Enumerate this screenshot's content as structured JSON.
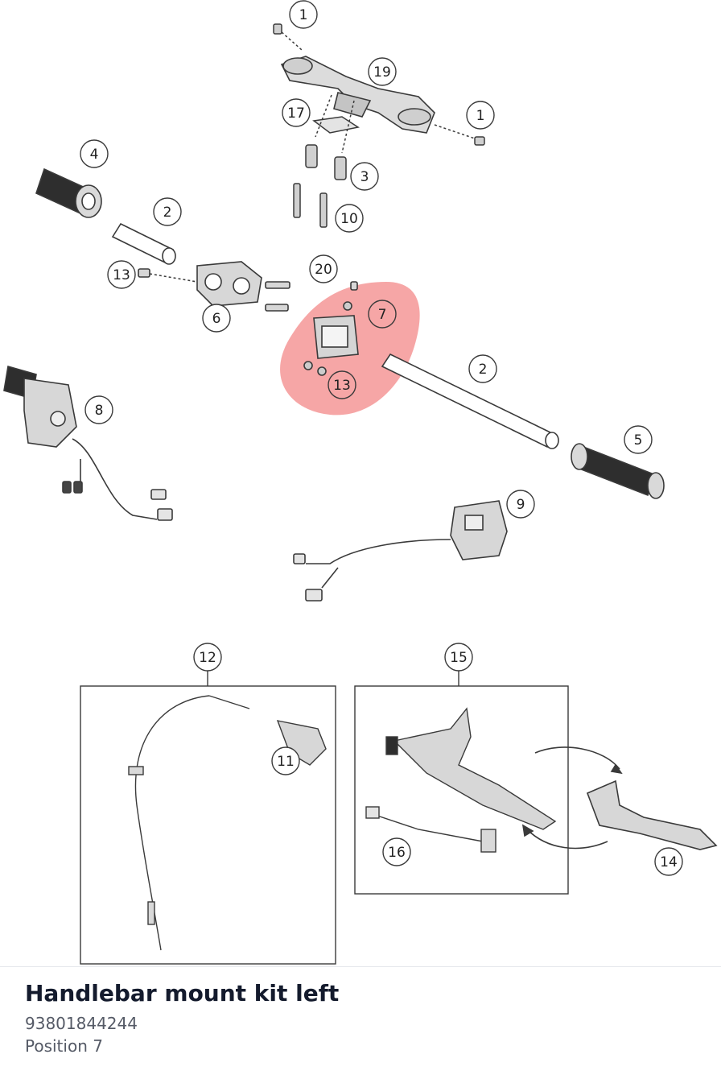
{
  "colors": {
    "highlight": "#f06a6a",
    "line": "#3a3a3a",
    "part_fill": "#d9d9d9",
    "grip_fill": "#2e2e2e",
    "title_text": "#141b2d",
    "secondary_text": "#555a66"
  },
  "diagram": {
    "callouts": [
      {
        "id": "1a",
        "label": "1"
      },
      {
        "id": "19",
        "label": "19"
      },
      {
        "id": "17",
        "label": "17"
      },
      {
        "id": "1b",
        "label": "1"
      },
      {
        "id": "4",
        "label": "4"
      },
      {
        "id": "3",
        "label": "3"
      },
      {
        "id": "2a",
        "label": "2"
      },
      {
        "id": "10",
        "label": "10"
      },
      {
        "id": "13a",
        "label": "13"
      },
      {
        "id": "20",
        "label": "20"
      },
      {
        "id": "6",
        "label": "6"
      },
      {
        "id": "7",
        "label": "7"
      },
      {
        "id": "2b",
        "label": "2"
      },
      {
        "id": "13b",
        "label": "13"
      },
      {
        "id": "8",
        "label": "8"
      },
      {
        "id": "5",
        "label": "5"
      },
      {
        "id": "9",
        "label": "9"
      },
      {
        "id": "12",
        "label": "12"
      },
      {
        "id": "15",
        "label": "15"
      },
      {
        "id": "11",
        "label": "11"
      },
      {
        "id": "16",
        "label": "16"
      },
      {
        "id": "14",
        "label": "14"
      }
    ]
  },
  "part": {
    "title": "Handlebar mount kit left",
    "number": "93801844244",
    "position": "Position 7"
  }
}
